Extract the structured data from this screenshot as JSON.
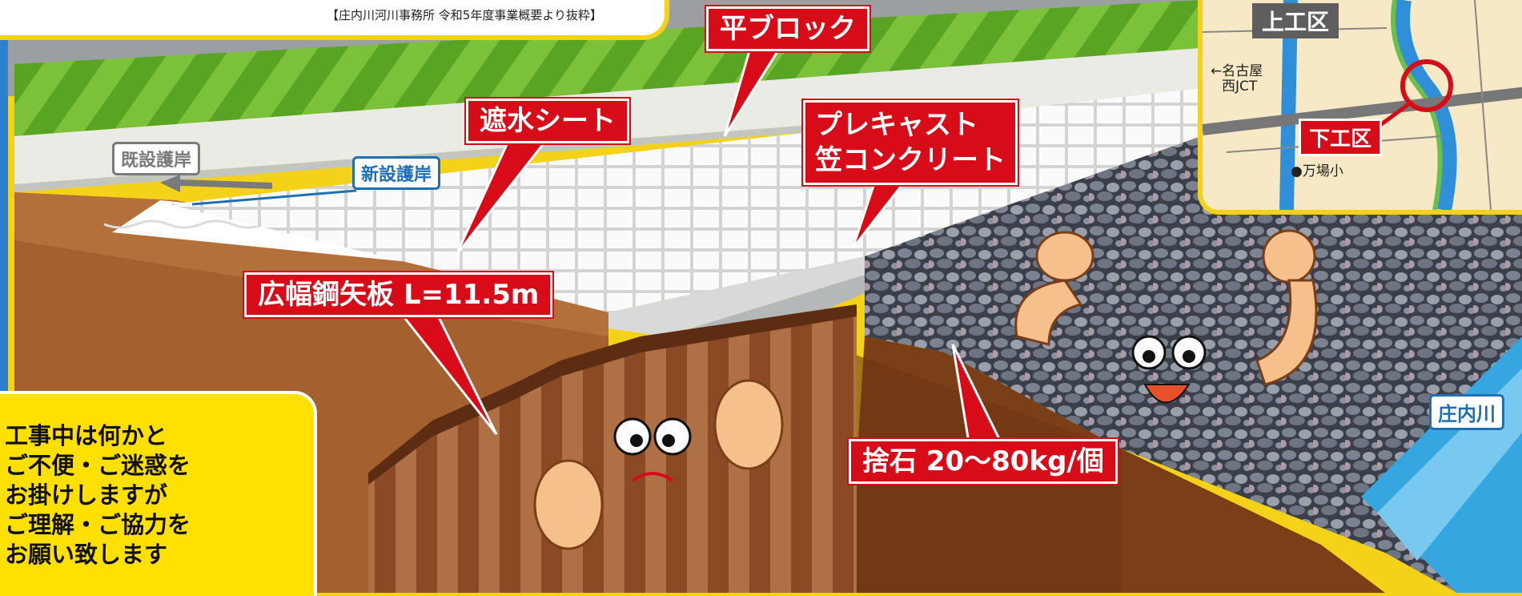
{
  "source_note": "【庄内川河川事務所 令和5年度事業概要より抜粋】",
  "labels": {
    "flat_block": "平ブロック",
    "water_sheet": "遮水シート",
    "precast_line1": "プレキャスト",
    "precast_line2": "笠コンクリート",
    "sheet_pile": "広幅鋼矢板 L=11.5m",
    "riprap": "捨石 20〜80kg/個",
    "existing_revetment": "既設護岸",
    "new_revetment": "新設護岸"
  },
  "message": {
    "lines": [
      "工事中は何かと",
      "ご不便・ご迷惑を",
      "お掛けしますが",
      "ご理解・ご協力を",
      "お願い致します"
    ]
  },
  "map": {
    "upper_section": "上工区",
    "lower_section": "下工区",
    "jct_line1": "←名古屋",
    "jct_line2": "西JCT",
    "school": "●万場小"
  },
  "river_name": "庄内川",
  "colors": {
    "label_red": "#d80c18",
    "accent_yellow": "#f4d21a",
    "river_blue": "#1f6fb5",
    "grass_green": "#7cc13a",
    "soil_brown": "#b3703a"
  }
}
